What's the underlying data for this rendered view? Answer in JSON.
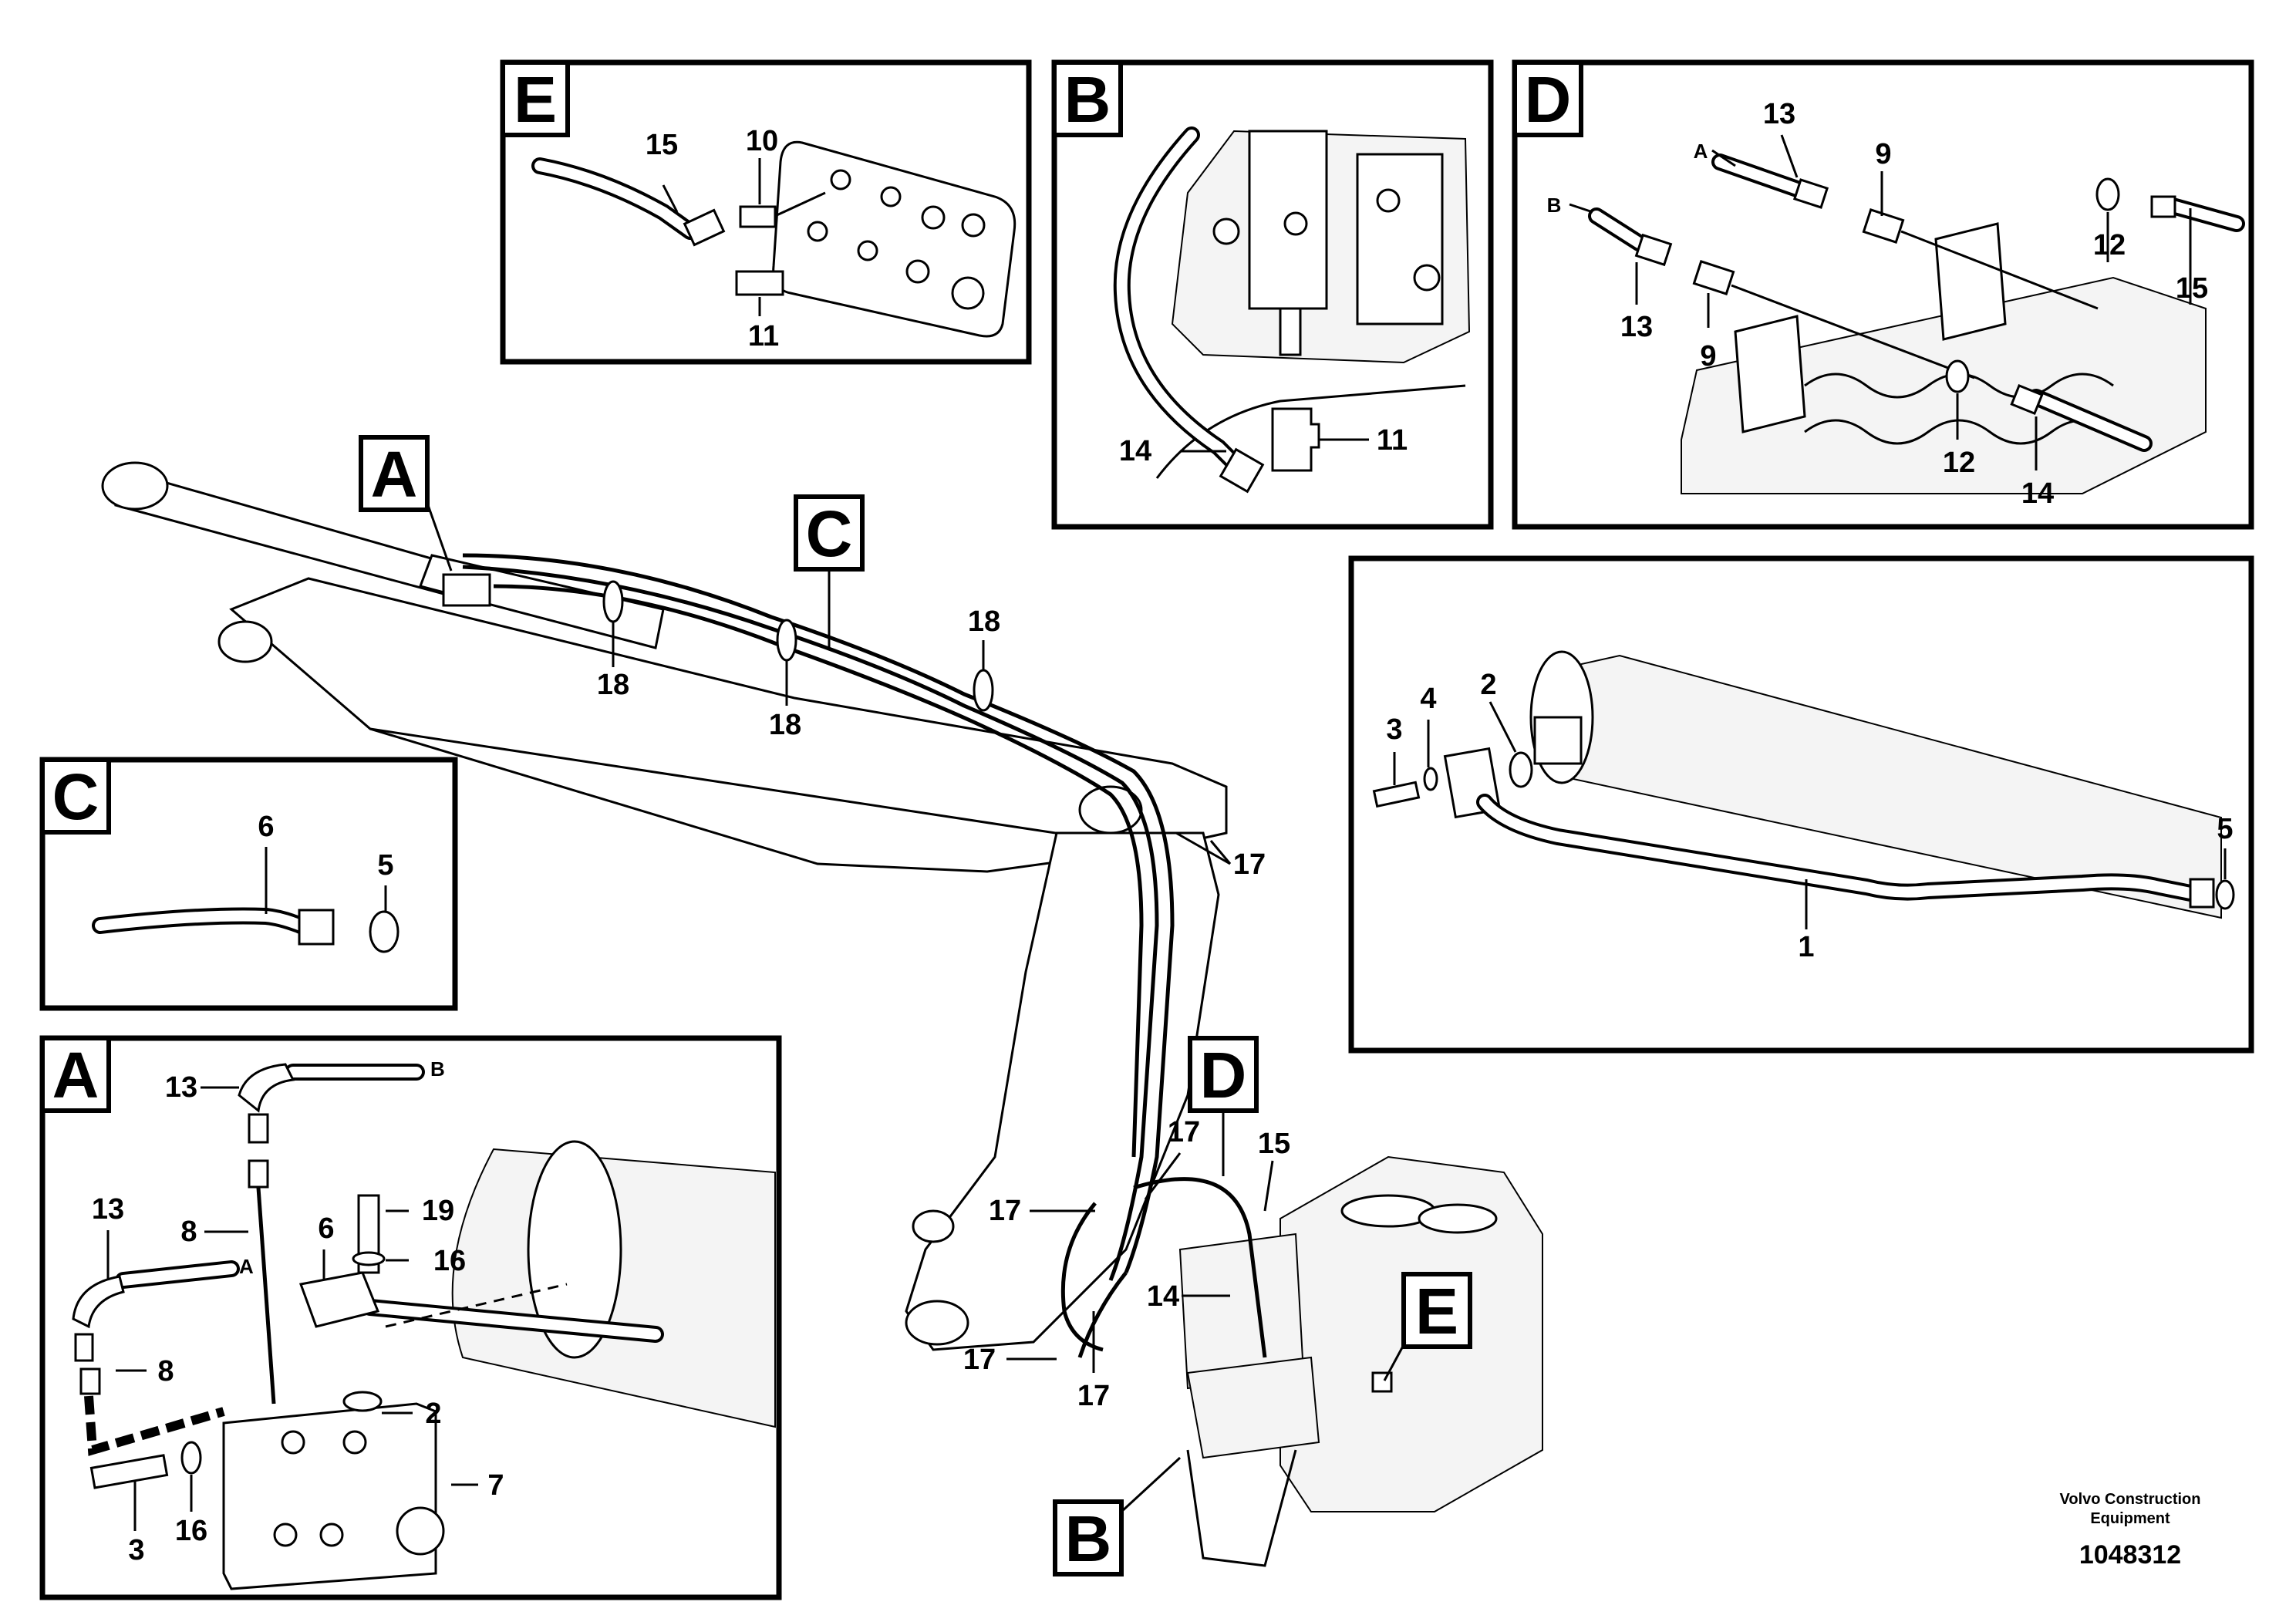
{
  "detail_boxes": {
    "A": {
      "letter": "A",
      "labels": {
        "b": "B",
        "a": "A",
        "n13a": "13",
        "n8a": "8",
        "n13b": "13",
        "n8b": "8",
        "n6": "6",
        "n19": "19",
        "n16a": "16",
        "n2": "2",
        "n7": "7",
        "n3": "3",
        "n16b": "16"
      }
    },
    "B": {
      "letter": "B",
      "labels": {
        "n14": "14",
        "n11": "11"
      }
    },
    "C": {
      "letter": "C",
      "labels": {
        "n6": "6",
        "n5": "5"
      }
    },
    "D": {
      "letter": "D",
      "labels": {
        "a": "A",
        "b": "B",
        "n13a": "13",
        "n9a": "9",
        "n13b": "13",
        "n9b": "9",
        "n12a": "12",
        "n12b": "12",
        "n15": "15",
        "n14": "14"
      }
    },
    "E": {
      "letter": "E",
      "labels": {
        "n15": "15",
        "n10": "10",
        "n11": "11"
      }
    },
    "F": {
      "labels": {
        "n3": "3",
        "n4": "4",
        "n2": "2",
        "n5": "5",
        "n1": "1"
      }
    }
  },
  "main_view": {
    "callouts": {
      "A": "A",
      "B": "B",
      "C": "C",
      "D": "D",
      "E": "E"
    },
    "labels": {
      "n18a": "18",
      "n18b": "18",
      "n18c": "18",
      "n17a": "17",
      "n17b": "17",
      "n17c": "17",
      "n17d": "17",
      "n17e": "17",
      "n15": "15",
      "n14": "14"
    }
  },
  "footer": {
    "brand_line1": "Volvo Construction",
    "brand_line2": "Equipment",
    "doc_number": "1048312"
  }
}
